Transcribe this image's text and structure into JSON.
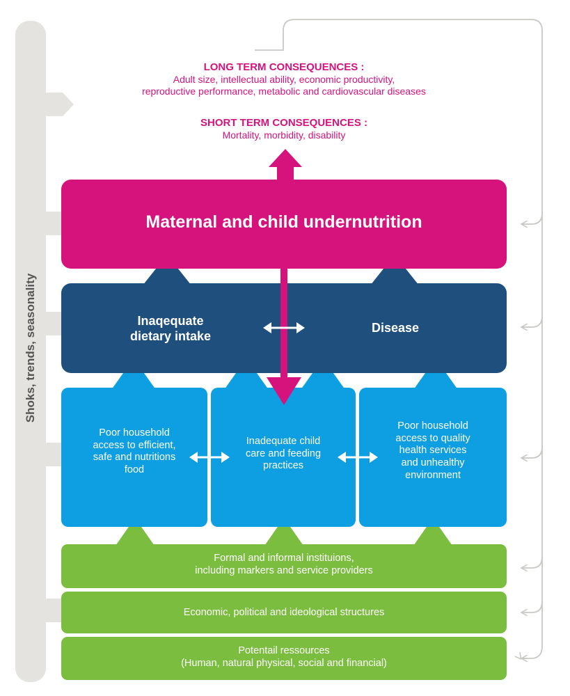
{
  "side_label": "Shoks, trends, seasonality",
  "long_term": {
    "heading": "LONG TERM CONSEQUENCES :",
    "line1": "Adult size, intellectual ability, economic productivity,",
    "line2": "reproductive performance, metabolic and cardiovascular diseases"
  },
  "short_term": {
    "heading": "SHORT TERM CONSEQUENCES :",
    "line1": "Mortality, morbidity, disability"
  },
  "undernutrition": "Maternal and child undernutrition",
  "immediate": {
    "left_line1": "Inaqequate",
    "left_line2": "dietary intake",
    "right": "Disease"
  },
  "underlying": {
    "left": [
      "Poor household",
      "access to efficient,",
      "safe and nutritions",
      "food"
    ],
    "middle": [
      "Inadequate child",
      "care and feeding",
      "practices"
    ],
    "right": [
      "Poor household",
      "access to quality",
      "health services",
      "and unhealthy",
      "environment"
    ]
  },
  "basic": {
    "institutions_line1": "Formal and informal instituions,",
    "institutions_line2": "including markers and service providers",
    "structures": "Economic, political and ideological structures",
    "resources_line1": "Potentail ressources",
    "resources_line2": "(Human, natural physical, social and financial)"
  },
  "colors": {
    "magenta": "#d6127d",
    "navy": "#1f4f7c",
    "sky": "#0e9ee2",
    "green": "#7bbd3e",
    "gray_bar": "#e4e3df",
    "gray_line": "#c9c8c4"
  }
}
